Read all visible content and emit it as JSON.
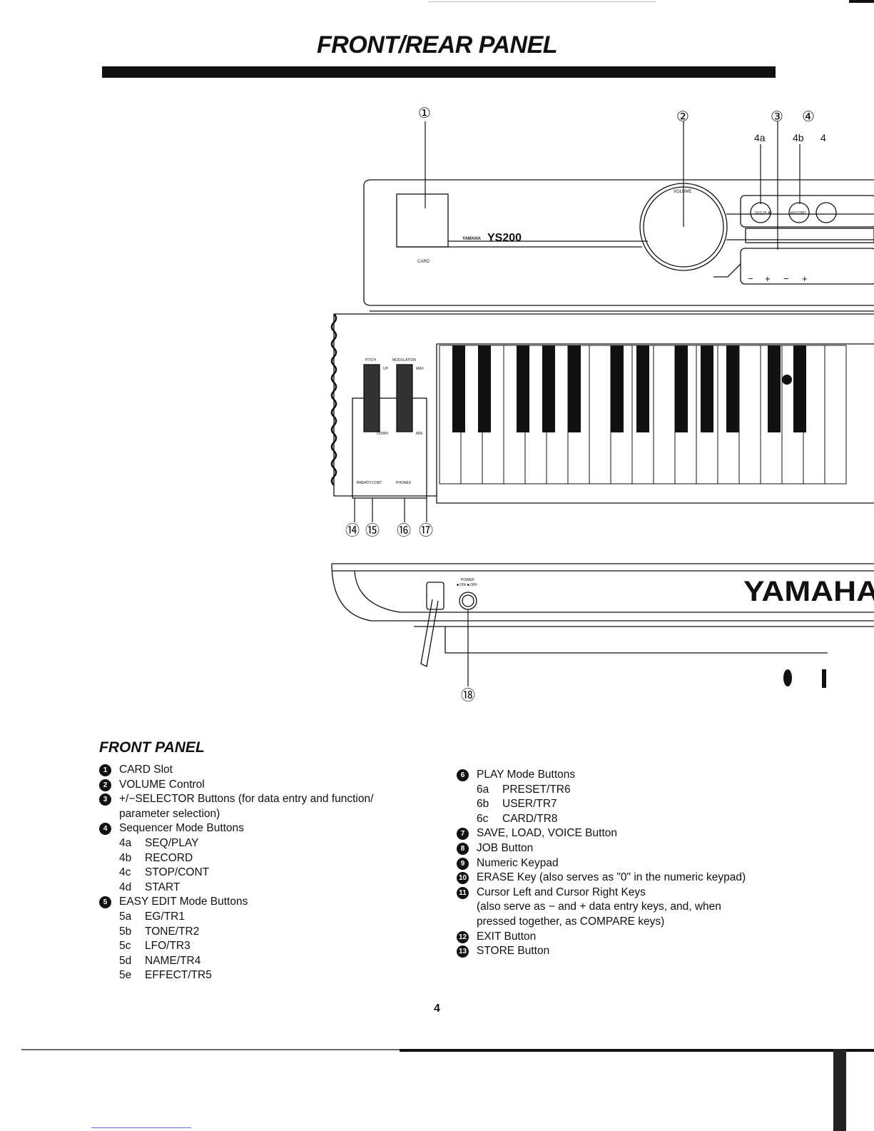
{
  "page_title": "FRONT/REAR PANEL",
  "figure": {
    "callouts": [
      "①",
      "②",
      "③",
      "④",
      "4a",
      "4b",
      "4",
      "⑭",
      "⑮",
      "⑯",
      "⑰",
      "⑱"
    ],
    "panel_labels": {
      "card": "CARD",
      "brand_small": "YAMAHA",
      "model": "YS200",
      "volume": "VOLUME",
      "seq_play": "SEQ PLAY",
      "record": "RECORD",
      "minus": "−",
      "plus": "+",
      "pitch": "PITCH",
      "modulation": "MODULATION",
      "up": "UP",
      "down": "DOWN",
      "max": "MAX",
      "min": "MIN",
      "breath_cont": "BREATH CONT",
      "phones": "PHONES",
      "power": "POWER",
      "on_off": "■ ON/ ■ OFF",
      "brand_large": "YAMAHA"
    }
  },
  "front_panel": {
    "heading": "FRONT PANEL",
    "left_items": [
      {
        "num": "1",
        "text": "CARD Slot"
      },
      {
        "num": "2",
        "text": "VOLUME Control"
      },
      {
        "num": "3",
        "text": "+/−SELECTOR Buttons (for data entry and function/",
        "cont": "parameter selection)"
      },
      {
        "num": "4",
        "text": "Sequencer Mode Buttons",
        "subs": [
          {
            "code": "4a",
            "text": "SEQ/PLAY"
          },
          {
            "code": "4b",
            "text": "RECORD"
          },
          {
            "code": "4c",
            "text": "STOP/CONT"
          },
          {
            "code": "4d",
            "text": "START"
          }
        ]
      },
      {
        "num": "5",
        "text": "EASY EDIT Mode Buttons",
        "subs": [
          {
            "code": "5a",
            "text": "EG/TR1"
          },
          {
            "code": "5b",
            "text": "TONE/TR2"
          },
          {
            "code": "5c",
            "text": "LFO/TR3"
          },
          {
            "code": "5d",
            "text": "NAME/TR4"
          },
          {
            "code": "5e",
            "text": "EFFECT/TR5"
          }
        ]
      }
    ],
    "right_items": [
      {
        "num": "6",
        "text": "PLAY Mode Buttons",
        "subs": [
          {
            "code": "6a",
            "text": "PRESET/TR6"
          },
          {
            "code": "6b",
            "text": "USER/TR7"
          },
          {
            "code": "6c",
            "text": "CARD/TR8"
          }
        ]
      },
      {
        "num": "7",
        "text": "SAVE, LOAD, VOICE Button"
      },
      {
        "num": "8",
        "text": "JOB Button"
      },
      {
        "num": "9",
        "text": "Numeric Keypad"
      },
      {
        "num": "10",
        "text": "ERASE Key (also serves as \"0\" in the numeric keypad)"
      },
      {
        "num": "11",
        "text": "Cursor Left and Cursor Right Keys",
        "cont": "(also serve as − and + data entry keys, and, when",
        "cont2": "pressed together, as COMPARE keys)"
      },
      {
        "num": "12",
        "text": "EXIT Button"
      },
      {
        "num": "13",
        "text": "STORE Button"
      }
    ]
  },
  "page_number": "4"
}
